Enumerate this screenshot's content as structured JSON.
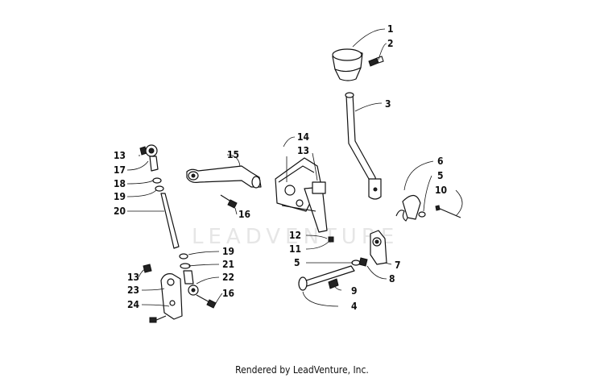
{
  "diagram": {
    "watermark": "LEADVENTURE",
    "footer": "Rendered by LeadVenture, Inc.",
    "callouts": [
      "1",
      "2",
      "3",
      "14",
      "13",
      "15",
      "13",
      "17",
      "18",
      "19",
      "20",
      "16",
      "6",
      "5",
      "10",
      "12",
      "11",
      "5",
      "7",
      "8",
      "9",
      "4",
      "19",
      "21",
      "13",
      "22",
      "23",
      "16",
      "24"
    ]
  }
}
